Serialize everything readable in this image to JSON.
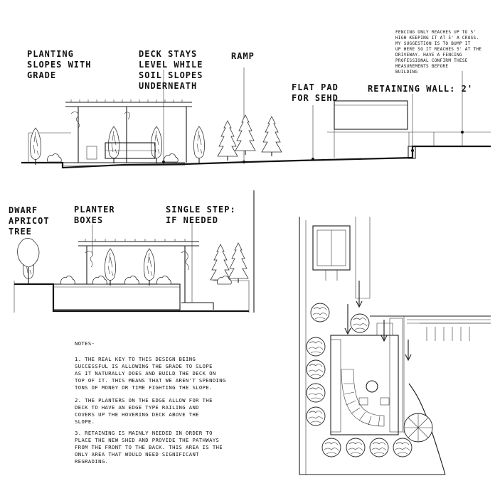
{
  "section_top": {
    "labels": {
      "planting": [
        "PLANTING",
        "SLOPES WITH",
        "GRADE"
      ],
      "deck": [
        "DECK STAYS",
        "LEVEL WHILE",
        "SOIL SLOPES",
        "UNDERNEATH"
      ],
      "ramp": "RAMP",
      "flat_pad": [
        "FLAT PAD",
        "FOR SEHD"
      ],
      "retaining": "RETAINING WALL: 2'"
    },
    "fence_note": [
      "FENCING ONLY REACHES UP TO 5'",
      "HIGH KEEPING IT AT 5' A CROSS.",
      "MY SUGGESTION IS TO BUMP IT",
      "UP HERE SO IT REACHES 5' AT THE",
      "DRIVEWAY. HAVE A FENCING",
      "PROFESSIONAL CONFIRM THESE",
      "MEASUREMENTS BEFORE",
      "BUILDING"
    ]
  },
  "section_mid": {
    "labels": {
      "dwarf": [
        "DWARF",
        "APRICOT",
        "TREE"
      ],
      "planter": [
        "PLANTER",
        "BOXES"
      ],
      "step": [
        "SINGLE STEP:",
        "IF NEEDED"
      ]
    }
  },
  "notes": {
    "title": "NOTES-",
    "items": [
      [
        "1. THE REAL KEY TO THIS DESIGN BEING",
        "SUCCESSFUL IS ALLOWING THE GRADE TO SLOPE",
        "AS IT NATURALLY DOES AND BUILD THE DECK ON",
        "TOP OF IT. THIS MEANS THAT WE AREN'T SPENDING",
        "TONS OF MONEY OR TIME FIGHTING THE SLOPE."
      ],
      [
        "2. THE PLANTERS ON THE EDGE ALLOW FOR THE",
        "DECK TO HAVE AN EDGE TYPE RAILING AND",
        "COVERS UP THE HOVERING DECK ABOVE THE",
        "SLOPE."
      ],
      [
        "3. RETAINING IS MAINLY NEEDED IN ORDER TO",
        "PLACE THE NEW SHED AND PROVIDE THE PATHWAYS",
        "FROM THE FRONT TO THE BACK. THIS AREA IS THE",
        "ONLY AREA THAT WOULD NEED SIGNIFICANT",
        "REGRADING."
      ]
    ]
  }
}
